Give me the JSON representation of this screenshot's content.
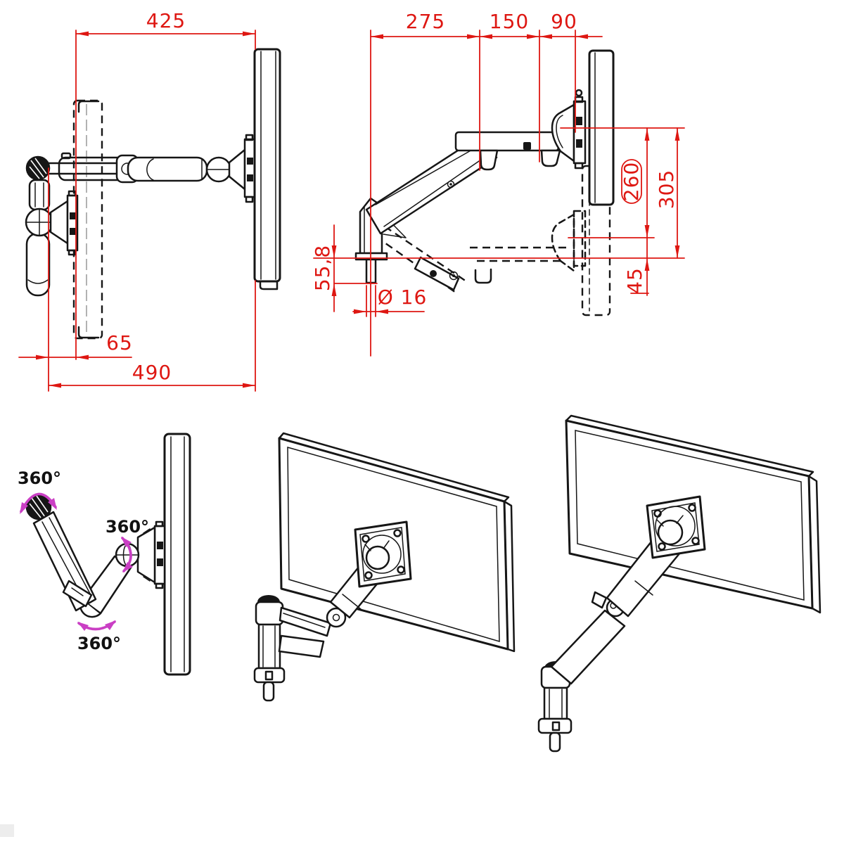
{
  "colors": {
    "dimension_red": "#de1712",
    "rotation_magenta": "#ca3fc4",
    "line_black": "#161616"
  },
  "views": {
    "side": {
      "dims": {
        "reach": "425",
        "wall_offset": "65",
        "total_depth": "490"
      }
    },
    "top": {
      "dims": {
        "upper_arm": "275",
        "forearm": "150",
        "head": "90",
        "folded_offset": "260",
        "extended_offset": "305",
        "fold_gap": "45",
        "pin_length": "55,8",
        "pin_diameter": "Ø 16"
      }
    },
    "rotation": {
      "labels": {
        "wall_joint": "360°",
        "monitor_joint": "360°",
        "elbow_joint": "360°"
      }
    }
  }
}
